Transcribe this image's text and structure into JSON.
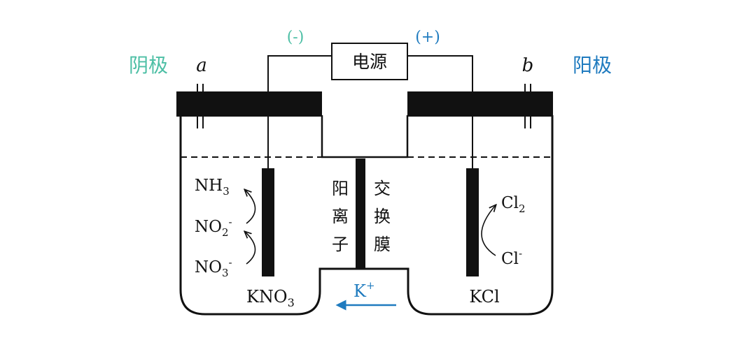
{
  "colors": {
    "ink": "#111111",
    "cathode_label": "#4dbfa5",
    "anode_label": "#1f7bbf",
    "potassium_arrow": "#1f7bbf"
  },
  "labels": {
    "power_source": "电源",
    "negative_terminal": "(-)",
    "positive_terminal": "(+)",
    "cathode": "阴极",
    "anode": "阳极",
    "electrode_a": "a",
    "electrode_b": "b",
    "membrane_left": [
      "阳",
      "离",
      "子"
    ],
    "membrane_right": [
      "交",
      "换",
      "膜"
    ],
    "left_solution": {
      "main": "KNO",
      "sub": "3"
    },
    "right_solution": "KCl",
    "ion_flow": {
      "main": "K",
      "sup": "+"
    }
  },
  "left_species": {
    "nh3": {
      "main": "NH",
      "sub": "3"
    },
    "no2": {
      "main": "NO",
      "sub": "2",
      "sup": "-"
    },
    "no3": {
      "main": "NO",
      "sub": "3",
      "sup": "-"
    }
  },
  "right_species": {
    "cl2": {
      "main": "Cl",
      "sub": "2"
    },
    "cl_minus": {
      "main": "Cl",
      "sup": "-"
    }
  }
}
